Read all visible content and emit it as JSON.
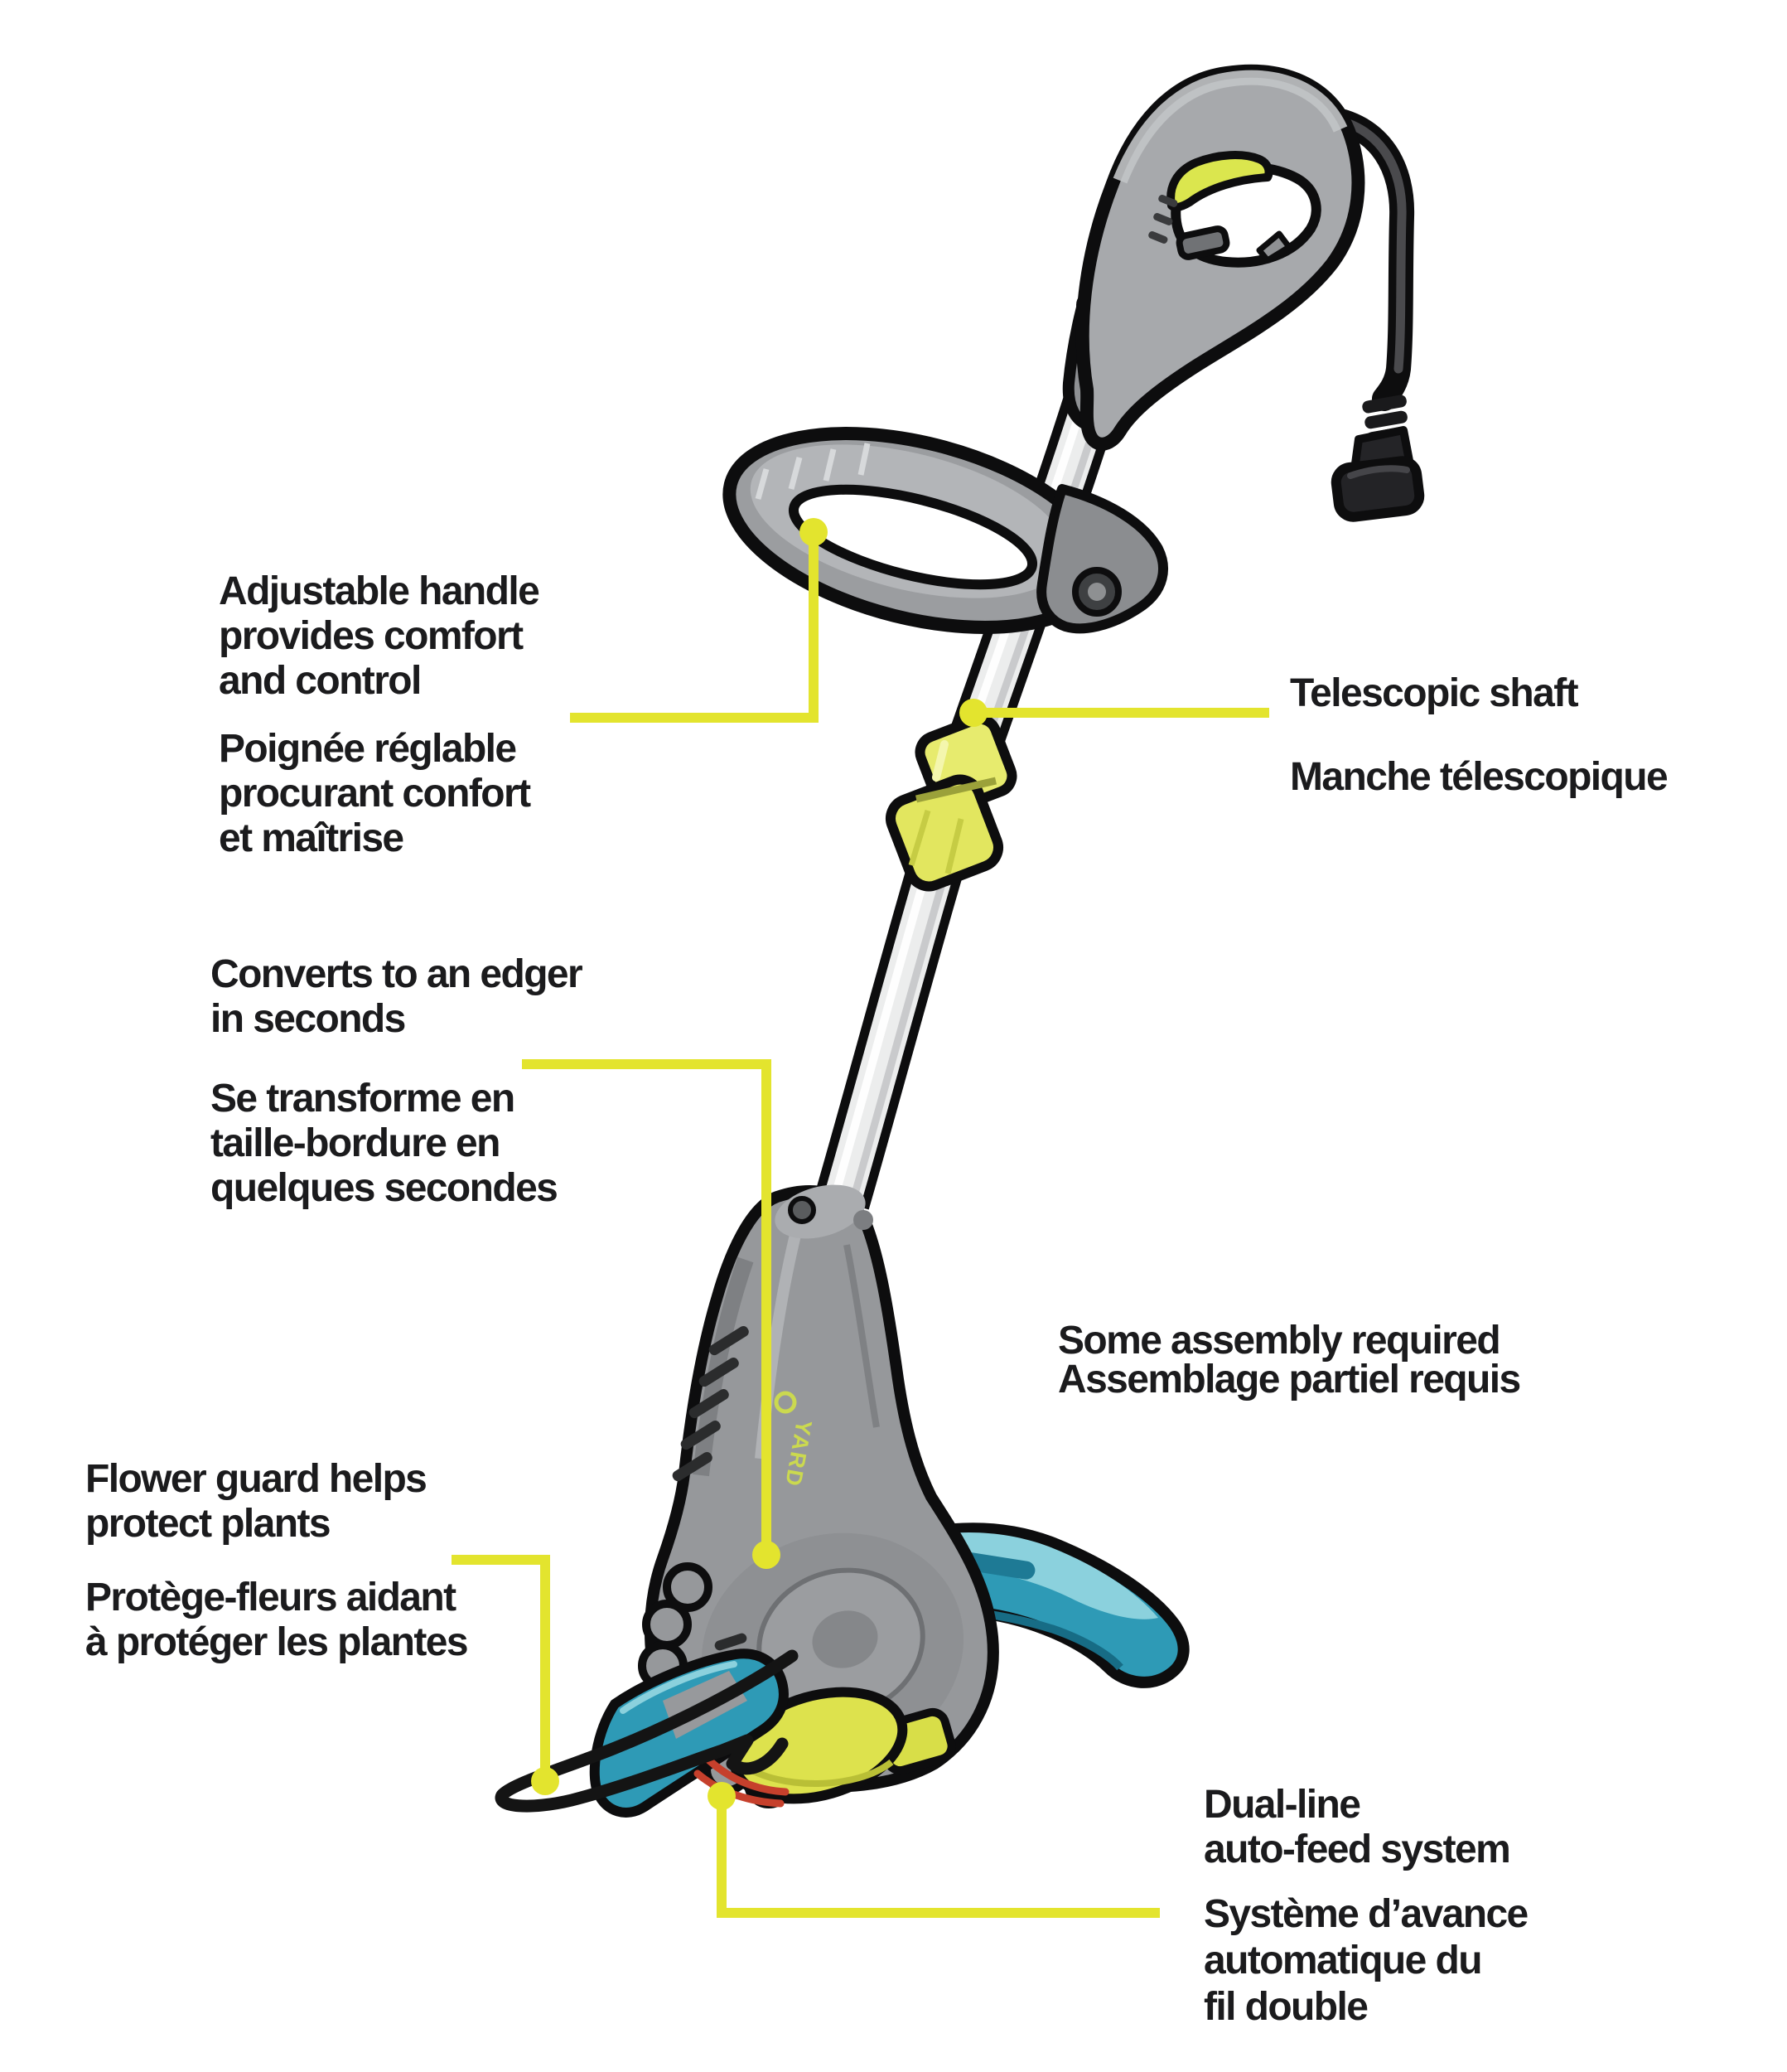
{
  "colors": {
    "background": "#ffffff",
    "callout_line": "#e3e42e",
    "text": "#1b1b1d",
    "outline_black": "#0d0d0e",
    "body_gray": "#a7a9ac",
    "housing_gray": "#96989b",
    "shaft_silver": "#eceded",
    "guard_teal": "#2e9ab6",
    "guard_teal_light": "#8bd1dd",
    "accent_yellow_green": "#dde24d",
    "trigger_yellow": "#dbe64e",
    "cord_black": "#1a1a1c",
    "trimmer_line_red": "#c6402c"
  },
  "illustration": {
    "logo_text": "YARD"
  },
  "callouts": {
    "adjustable_handle": {
      "en": [
        "Adjustable handle",
        "provides comfort",
        "and control"
      ],
      "fr": [
        "Poignée réglable",
        "procurant confort",
        "et maîtrise"
      ]
    },
    "telescopic_shaft": {
      "en": [
        "Telescopic shaft"
      ],
      "fr": [
        "Manche télescopique"
      ]
    },
    "edger_conversion": {
      "en": [
        "Converts to an edger",
        "in seconds"
      ],
      "fr": [
        "Se transforme en",
        "taille-bordure en",
        "quelques secondes"
      ]
    },
    "assembly_note": {
      "en": [
        "Some assembly required"
      ],
      "fr": [
        "Assemblage partiel requis"
      ]
    },
    "flower_guard": {
      "en": [
        "Flower guard helps",
        "protect plants"
      ],
      "fr": [
        "Protège-fleurs aidant",
        "à protéger les plantes"
      ]
    },
    "dual_line_feed": {
      "en": [
        "Dual-line",
        "auto-feed system"
      ],
      "fr": [
        "Système d’avance",
        "automatique du",
        "fil double"
      ]
    }
  }
}
